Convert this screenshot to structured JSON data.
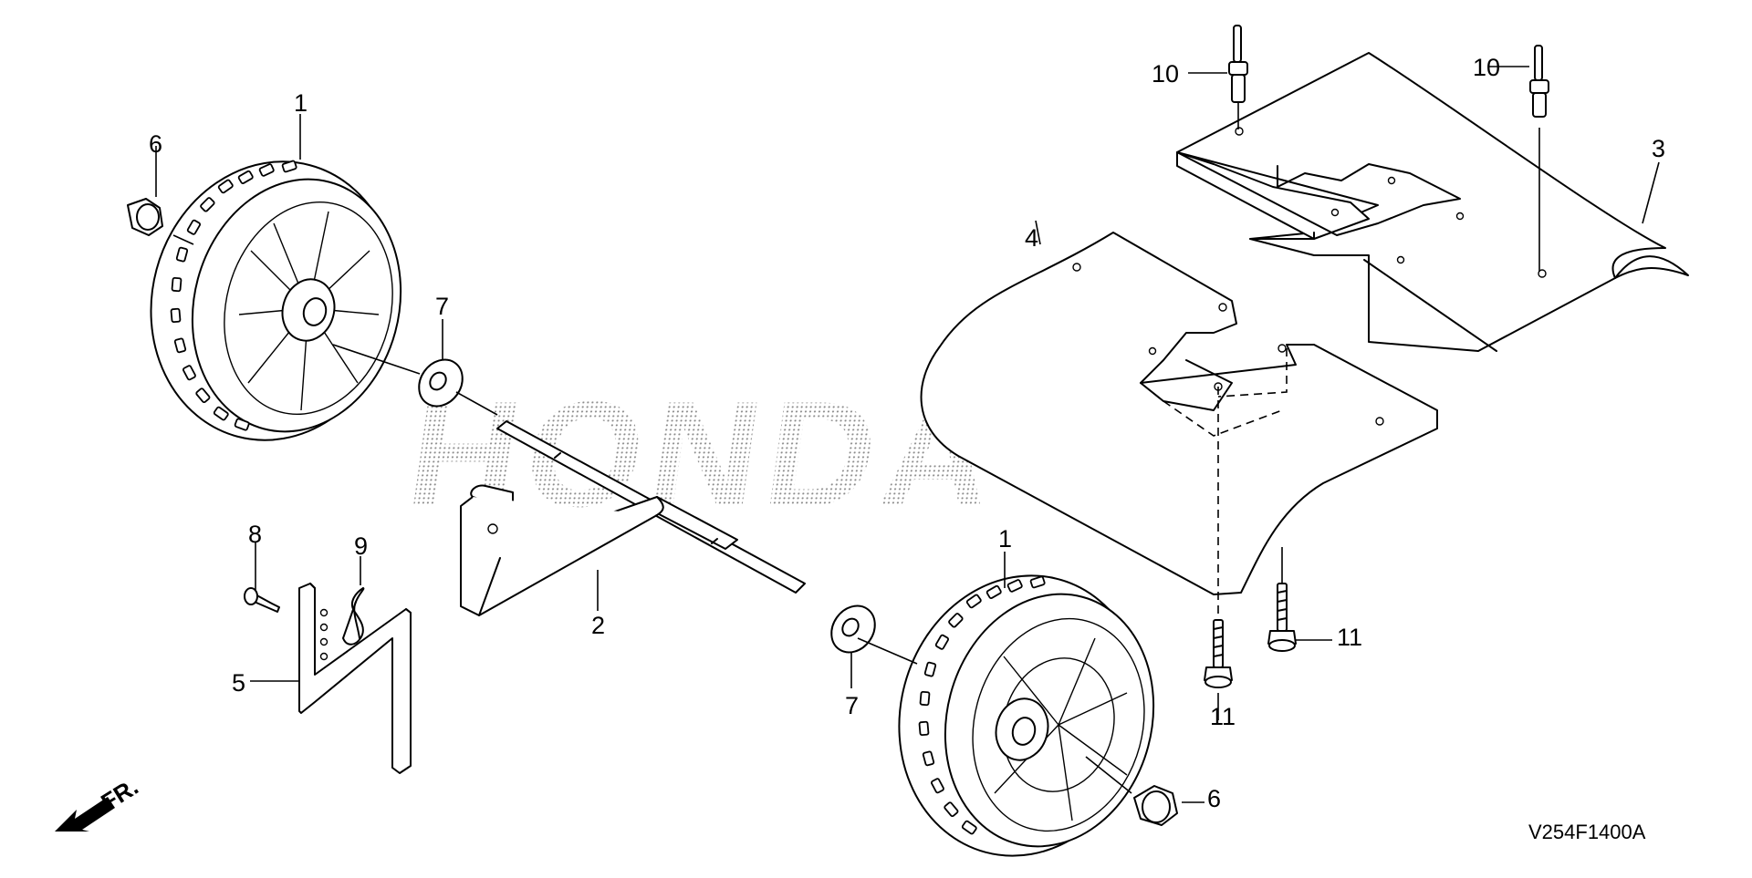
{
  "diagram": {
    "brand_watermark": "HONDA",
    "figure_code": "V254F1400A",
    "front_marker": "FR.",
    "callouts": {
      "wheel_rear_left": "1",
      "wheel_front_right": "1",
      "axle": "2",
      "plate_right": "3",
      "plate_left": "4",
      "height_bracket": "5",
      "nut_left": "6",
      "nut_right": "6",
      "washer_left": "7",
      "washer_right": "7",
      "pin": "8",
      "clip": "9",
      "rivet_left": "10",
      "rivet_right": "10",
      "bolt_right": "11",
      "bolt_left": "11"
    }
  }
}
